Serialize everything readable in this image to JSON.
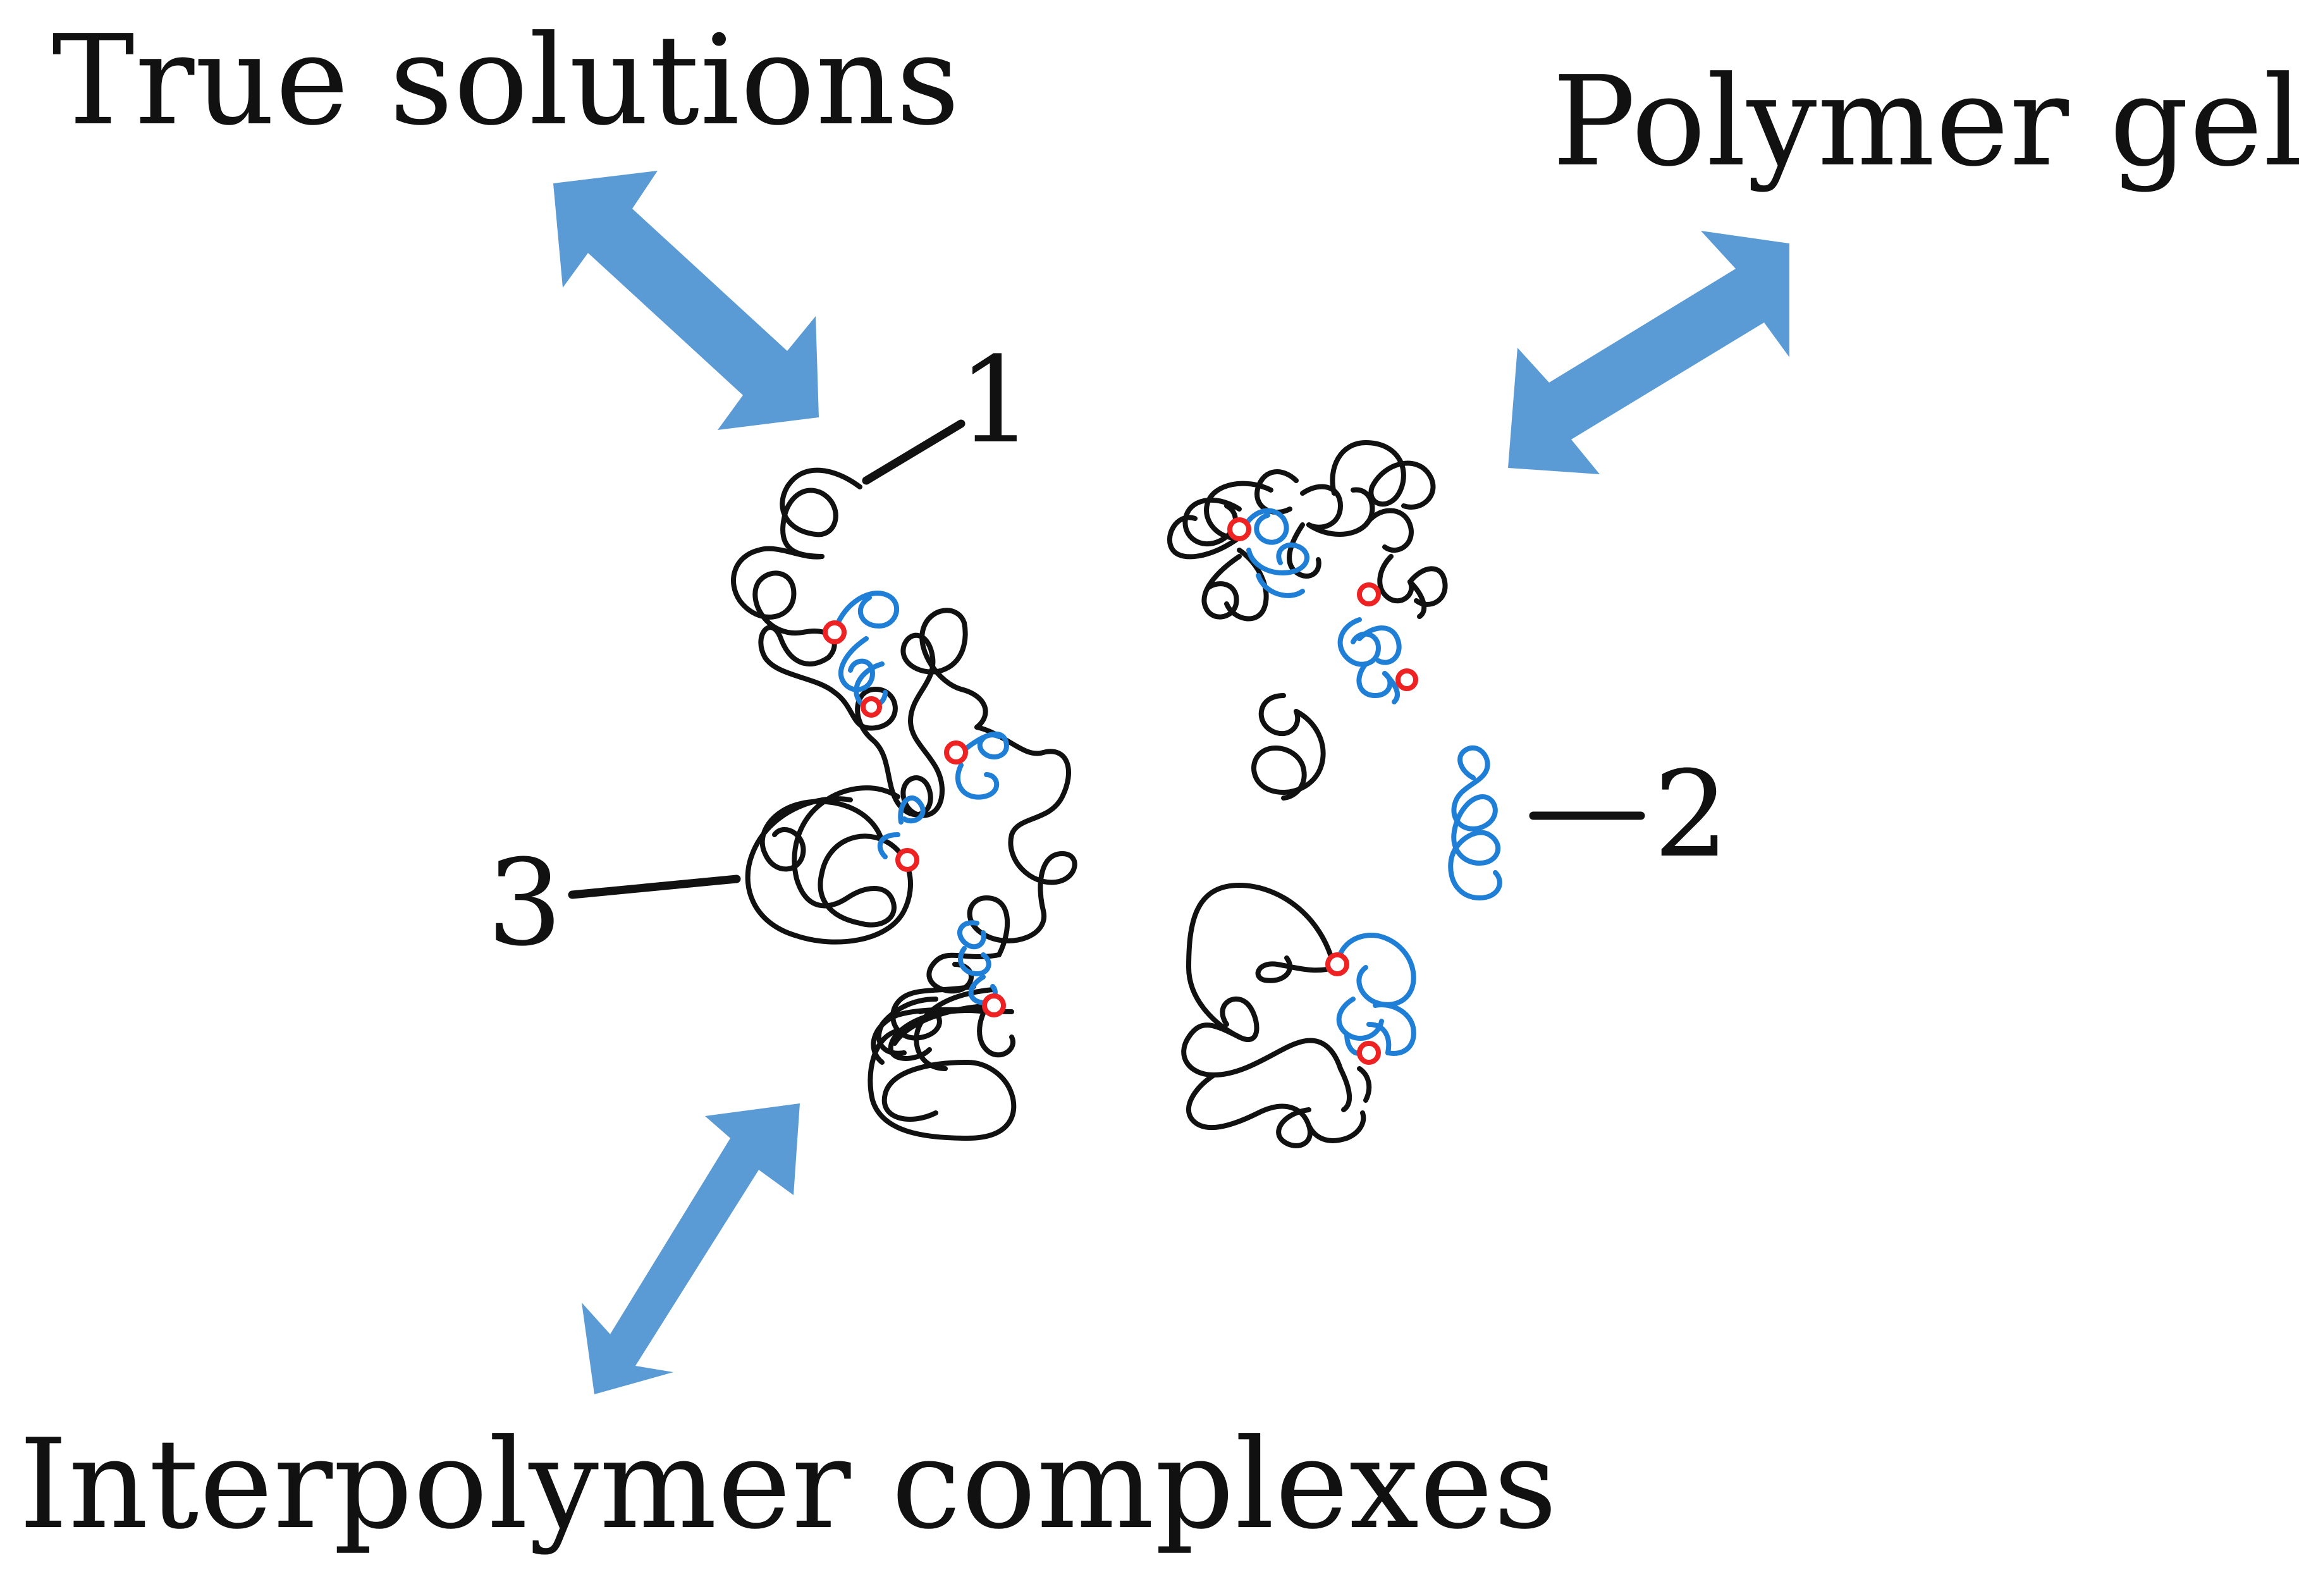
{
  "labels": {
    "true_solutions": "True solutions",
    "polymer_gels": "Polymer gels",
    "interpolymer_complexes": "Interpolymer complexes",
    "marker_1": "1",
    "marker_2": "2",
    "marker_3": "3"
  },
  "colors": {
    "arrow": "#5b9bd5",
    "chain_primary": "#111111",
    "chain_secondary": "#1f7fd6",
    "crosslink": "#ee2222",
    "background": "#ffffff"
  }
}
